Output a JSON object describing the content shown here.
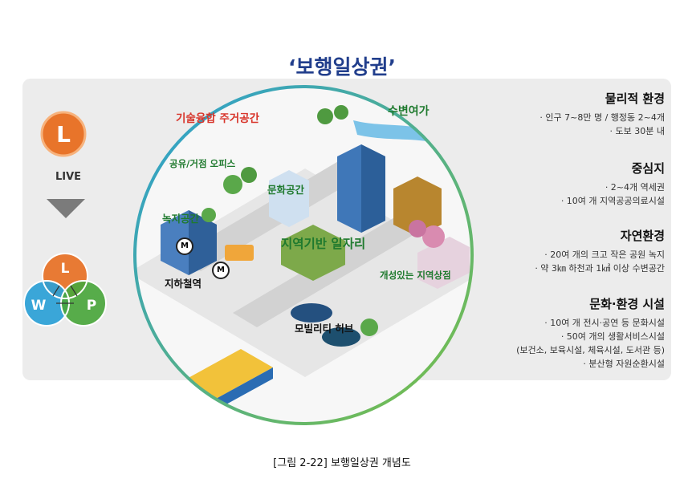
{
  "title": "‘보행일상권’",
  "left_panel": {
    "live_icon_letter": "L",
    "live_label": "LIVE",
    "venn": {
      "top": "L",
      "left": "W",
      "right": "P"
    },
    "colors": {
      "live": "#e8742a",
      "work": "#2a9fd6",
      "play": "#4aa63c",
      "arrow": "#7b7b7b"
    }
  },
  "city_labels": {
    "tech_housing": "기술융합 주거공간",
    "waterfront": "수변여가",
    "shared_office": "공유/거점 오피스",
    "culture_space": "문화공간",
    "green_space": "녹지공간",
    "local_jobs": "지역기반 일자리",
    "subway": "지하철역",
    "local_shops": "개성있는 지역상점",
    "mobility_hub": "모빌리티 허브",
    "station_mark": "M"
  },
  "right_panel": [
    {
      "heading": "물리적 환경",
      "items": [
        "· 인구 7~8만 명 / 행정동 2~4개",
        "· 도보 30분 내"
      ]
    },
    {
      "heading": "중심지",
      "items": [
        "· 2~4개 역세권",
        "· 10여 개 지역공공의료시설"
      ]
    },
    {
      "heading": "자연환경",
      "items": [
        "· 20여 개의 크고 작은 공원 녹지",
        "· 약 3㎞ 하천과 1㎢ 이상 수변공간"
      ]
    },
    {
      "heading": "문화·환경 시설",
      "items": [
        "· 10여 개 전시·공연 등 문화시설",
        "· 50여 개의 생활서비스시설",
        "(보건소, 보육시설, 체육시설, 도서관 등)",
        "· 분산형 자원순환시설"
      ]
    }
  ],
  "caption": "[그림 2-22]  보행일상권 개념도",
  "colors": {
    "title": "#213e8c",
    "ring_start": "#2a9fd6",
    "ring_end": "#7bc043",
    "band": "#ececec"
  }
}
